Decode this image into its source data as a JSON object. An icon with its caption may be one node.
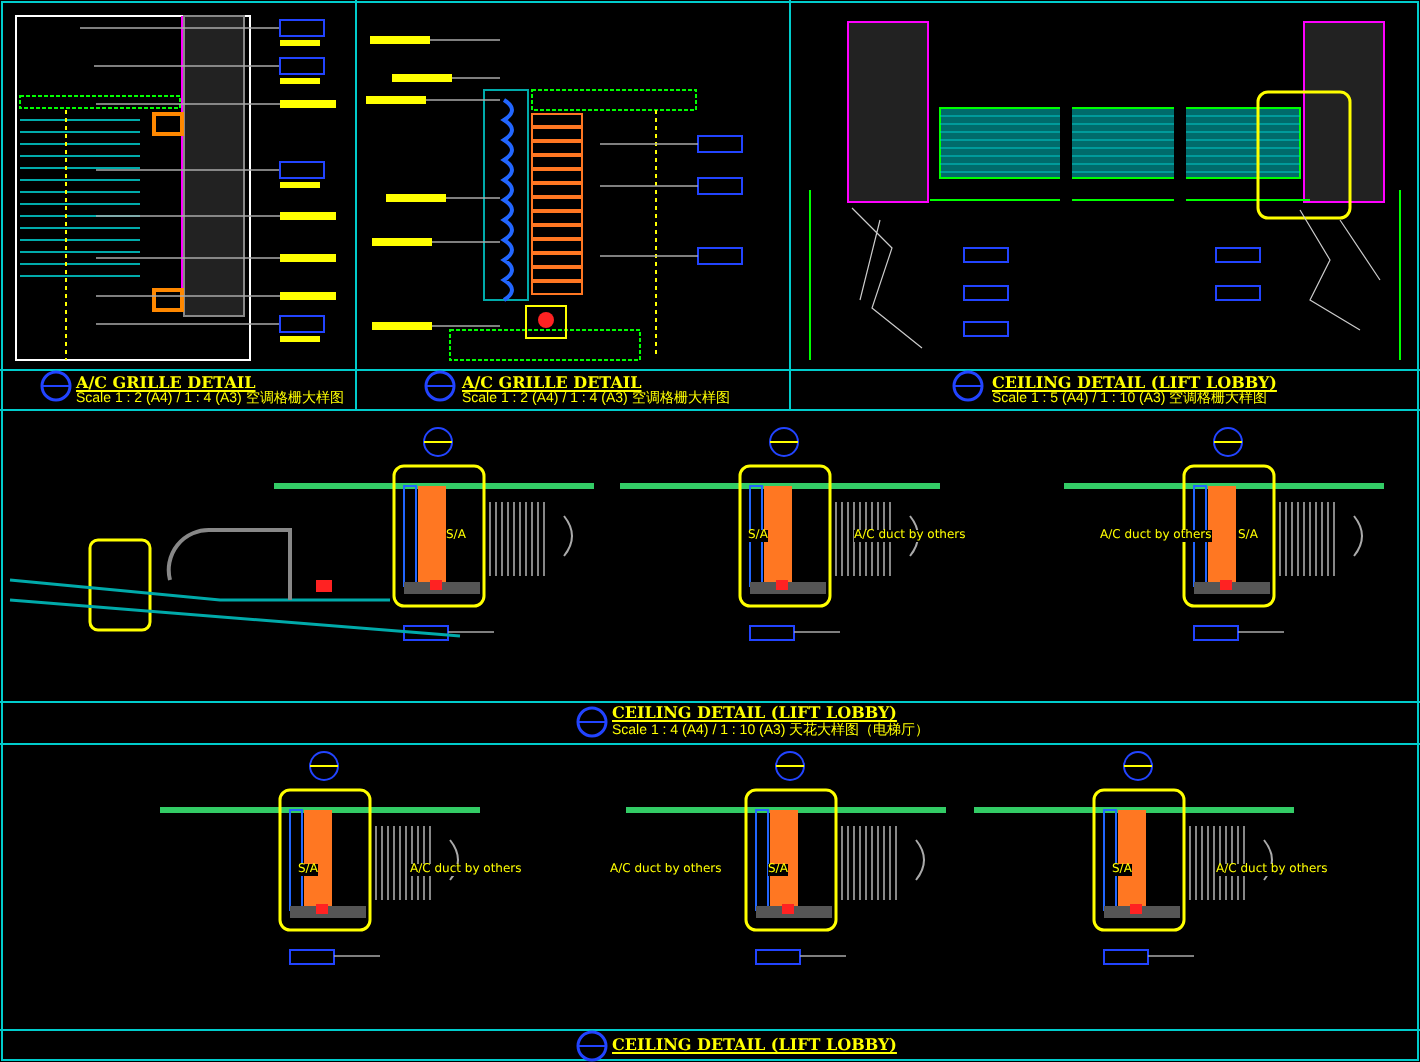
{
  "diagram": {
    "labels": [
      "A/C GRILLE DETAIL",
      "Scale 1 : 2 (A4) / 1 : 4 (A3) 空调格栅大样图",
      "A/C GRILLE DETAIL",
      "Scale 1 : 2 (A4) / 1 : 4 (A3) 空调格栅大样图",
      "CEILING DETAIL (LIFT LOBBY)",
      "Scale 1 : 5 (A4) / 1 : 10 (A3) 空调格栅大样图",
      "S/A",
      "S/A",
      "A/C duct by others",
      "A/C duct by others",
      "S/A",
      "CEILING DETAIL (LIFT LOBBY)",
      "Scale 1 : 4 (A4) / 1 : 10 (A3) 天花大样图（电梯厅）",
      "S/A",
      "A/C duct by others",
      "A/C duct by others",
      "S/A",
      "S/A",
      "A/C duct by others",
      "CEILING DETAIL (LIFT LOBBY)"
    ]
  }
}
